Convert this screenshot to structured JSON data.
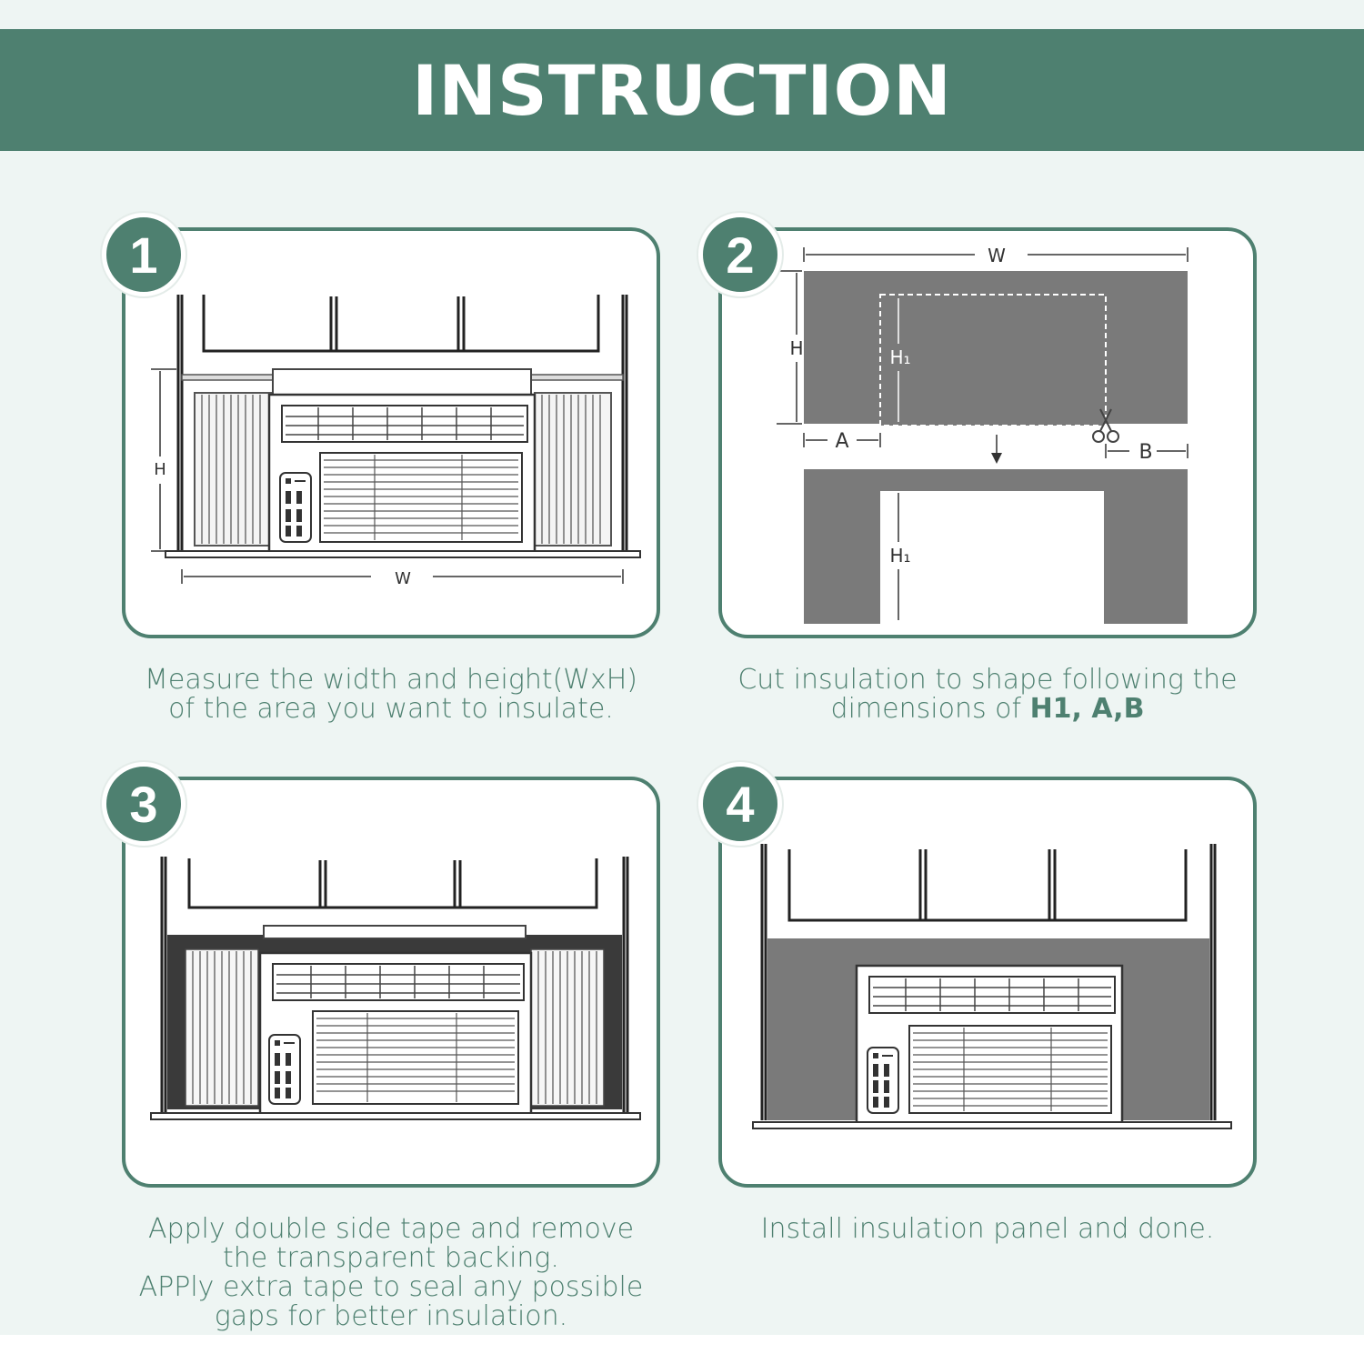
{
  "header": {
    "title": "INSTRUCTION"
  },
  "steps": [
    {
      "number": "1",
      "caption_lines": [
        "Measure the width and height(WxH)",
        "of the area you want to insulate."
      ],
      "labels": {
        "h": "H",
        "w": "W"
      }
    },
    {
      "number": "2",
      "caption_prefix": "Cut insulation to shape following the",
      "caption_line2": "dimensions of ",
      "caption_bold": "H1, A,B",
      "labels": {
        "w": "W",
        "h": "H",
        "h1": "H₁",
        "a": "A",
        "b": "B"
      }
    },
    {
      "number": "3",
      "caption_lines": [
        "Apply double side tape and remove",
        "the transparent backing.",
        "APPly extra tape to seal any possible",
        "gaps for better insulation."
      ]
    },
    {
      "number": "4",
      "caption_lines": [
        "Install insulation panel and done."
      ]
    }
  ],
  "colors": {
    "brand": "#4e8070",
    "panel": "#7a7a7a",
    "line": "#333333"
  }
}
